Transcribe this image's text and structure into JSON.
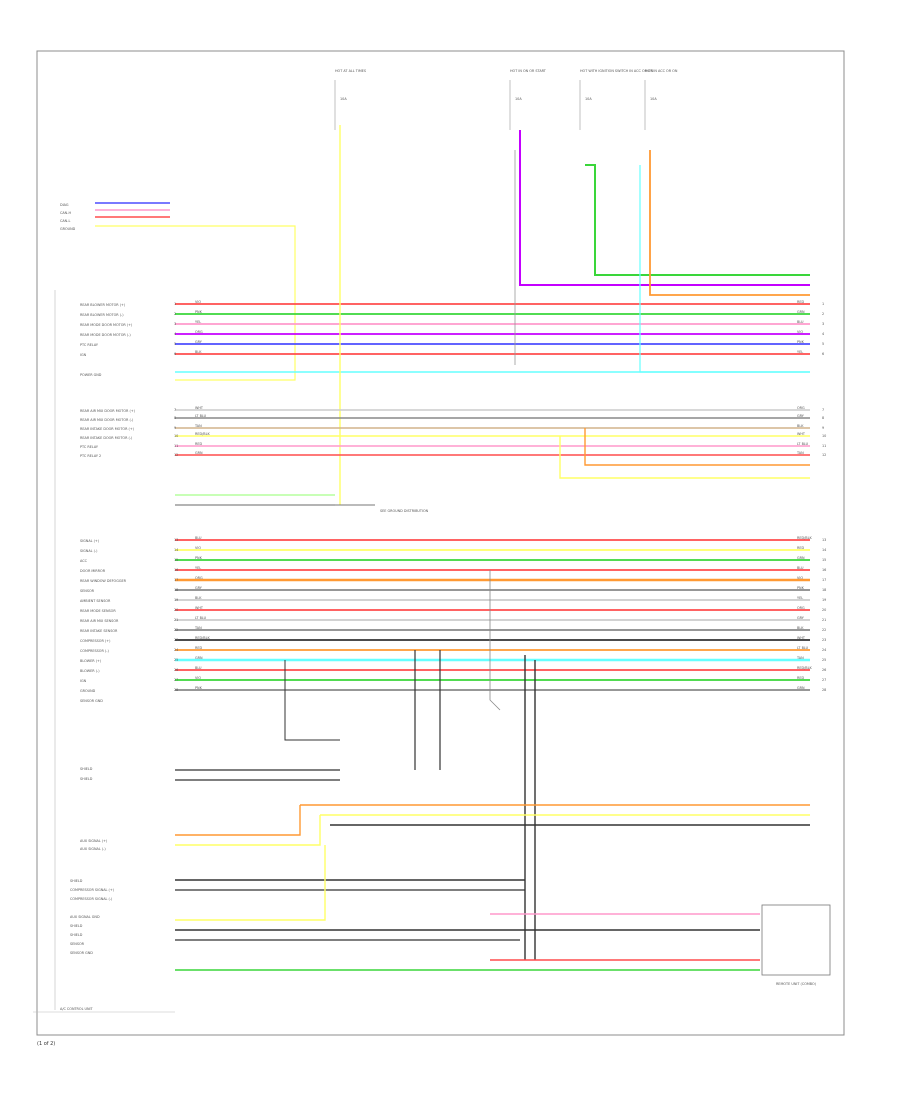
{
  "footer_code": "(1 of 2)",
  "colors": {
    "red": "#ff4d4d",
    "green": "#3ad63a",
    "blue": "#4d4dff",
    "violet": "#c400ff",
    "pink": "#ff99cc",
    "yellow": "#ffff66",
    "orange": "#ff9933",
    "gray": "#888888",
    "black": "#333333",
    "white": "#cccccc",
    "cyan": "#66ffff",
    "tan": "#d2b48c",
    "lightgreen": "#a6ff8a"
  },
  "top_sources": [
    {
      "label": "HOT AT ALL TIMES",
      "fuse": "10A"
    },
    {
      "label": "HOT IN ON OR START",
      "fuse": "10A"
    },
    {
      "label": "HOT WITH IGNITION SWITCH IN ACC OR ON",
      "fuse": "10A"
    },
    {
      "label": "HOT IN ACC OR ON",
      "fuse": "10A"
    }
  ],
  "upper_left_labels": [
    "DIAG",
    "CAN-H",
    "CAN-L",
    "GROUND"
  ],
  "unit_labels": {
    "main": "A/C CONTROL UNIT",
    "sub": "SEE GROUND DISTRIBUTION",
    "right_box": "REMOTE UNIT (COMBO)"
  },
  "pin_labels_group1": [
    "REAR BLOWER MOTOR (+)",
    "REAR BLOWER MOTOR (-)",
    "REAR MODE DOOR MOTOR (+)",
    "REAR MODE DOOR MOTOR (-)",
    "PTC RELAY",
    "IGN",
    "",
    "POWER GND"
  ],
  "pin_labels_group2": [
    "REAR AIR MIX DOOR MOTOR (+)",
    "REAR AIR MIX DOOR MOTOR (-)",
    "REAR INTAKE DOOR MOTOR (+)",
    "REAR INTAKE DOOR MOTOR (-)",
    "PTC RELAY",
    "PTC RELAY 2"
  ],
  "pin_labels_group3": [
    "SIGNAL (+)",
    "SIGNAL (-)",
    "ACC",
    "DOOR MIRROR",
    "REAR WINDOW DEFOGGER",
    "SENSOR",
    "AMBIENT SENSOR",
    "REAR MODE SENSOR",
    "REAR AIR MIX SENSOR",
    "REAR INTAKE SENSOR",
    "COMPRESSOR (+)",
    "COMPRESSOR (-)",
    "BLOWER (+)",
    "BLOWER (-)",
    "IGN",
    "GROUND",
    "SENSOR GND"
  ],
  "pin_labels_group4": [
    "SHIELD",
    "SHIELD"
  ],
  "pin_labels_group5": [
    "AUX SIGNAL (+)",
    "AUX SIGNAL (-)"
  ],
  "pin_labels_group6": [
    "SHIELD",
    "COMPRESSOR SIGNAL (+)",
    "COMPRESSOR SIGNAL (-)",
    "",
    "AUX SIGNAL GND",
    "SHIELD",
    "SHIELD",
    "SENSOR",
    "SENSOR GND"
  ],
  "wire_codes": [
    "RED",
    "GRN",
    "BLU",
    "VIO",
    "PNK",
    "YEL",
    "ORG",
    "GRY",
    "BLK",
    "WHT",
    "LT BLU",
    "TAN",
    "RED/BLK"
  ]
}
